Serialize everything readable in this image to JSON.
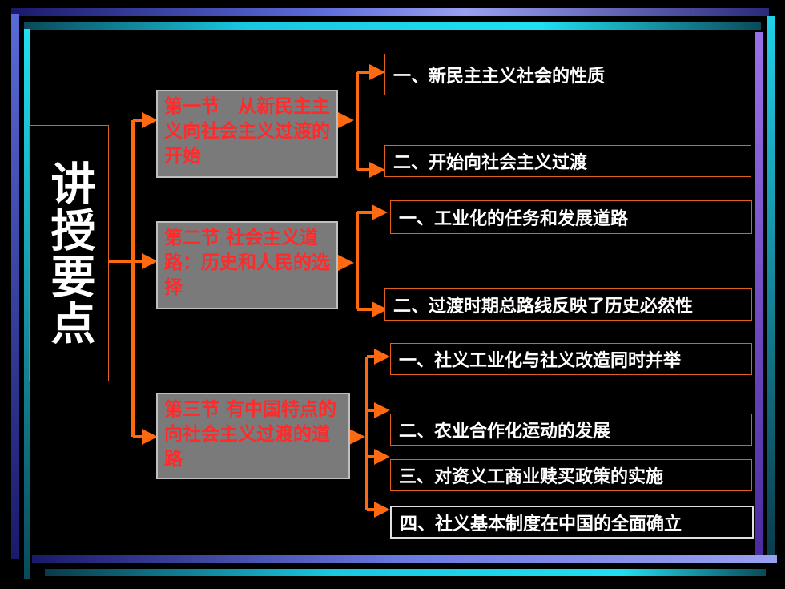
{
  "main_title": "讲授要点",
  "sections": [
    {
      "title": "第一节　从新民主主义向社会主义过渡的开始",
      "items": [
        "一、新民主主义社会的性质",
        "二、开始向社会主义过渡"
      ]
    },
    {
      "title": "第二节 社会主义道路：历史和人民的选择",
      "items": [
        "一、工业化的任务和发展道路",
        "二、过渡时期总路线反映了历史必然性"
      ]
    },
    {
      "title": "第三节 有中国特点的向社会主义过渡的道路",
      "items": [
        "一、社义工业化与社义改造同时并举",
        "二、农业合作化运动的发展",
        "三、对资义工商业赎买政策的实施",
        "四、社义基本制度在中国的全面确立"
      ]
    }
  ],
  "colors": {
    "connector": "#ff6a10",
    "section_text": "#ff2a2a",
    "section_fill": "#7a7a7a",
    "item_border": "#e06020"
  }
}
